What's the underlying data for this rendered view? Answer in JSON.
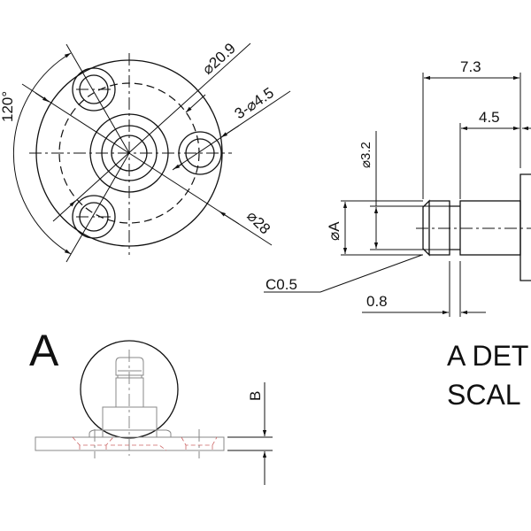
{
  "top_view": {
    "angle_label": "120°",
    "dia_pcd_label": "⌀20.9",
    "holes_label": "3-⌀4.5",
    "dia_outer_label": "⌀28"
  },
  "side_view": {
    "len_total_label": "7.3",
    "len_body_label": "4.5",
    "dia_a_label": "⌀A",
    "dia_pin_label": "⌀3.2",
    "chamfer_label": "C0.5",
    "groove_label": "0.8"
  },
  "detail_view": {
    "detail_marker": "A",
    "thickness_label": "B",
    "title_line1": "A DET",
    "title_line2": "SCAL"
  },
  "colors": {
    "line": "#111111",
    "hidden": "#cc6666"
  }
}
